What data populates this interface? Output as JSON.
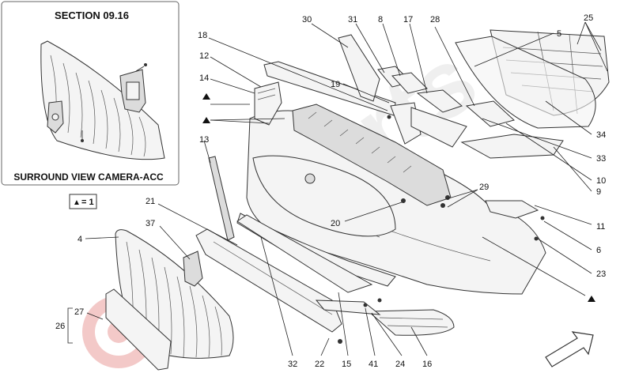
{
  "inset": {
    "section_title": "SECTION 09.16",
    "caption": "SURROUND VIEW CAMERA-ACC"
  },
  "legend": {
    "symbol": "▲",
    "text": "= 1"
  },
  "callouts": [
    "30",
    "31",
    "8",
    "17",
    "28",
    "25",
    "5",
    "18",
    "12",
    "19",
    "14",
    "13",
    "29",
    "21",
    "37",
    "20",
    "4",
    "11",
    "34",
    "33",
    "10",
    "9",
    "6",
    "23",
    "27",
    "26",
    "32",
    "22",
    "15",
    "41",
    "24",
    "16"
  ],
  "watermark": "parts",
  "colors": {
    "ink": "#222222",
    "part_fill": "#f4f4f4",
    "watermark": "#e8e8e8",
    "logo_red": "#d9302c"
  }
}
